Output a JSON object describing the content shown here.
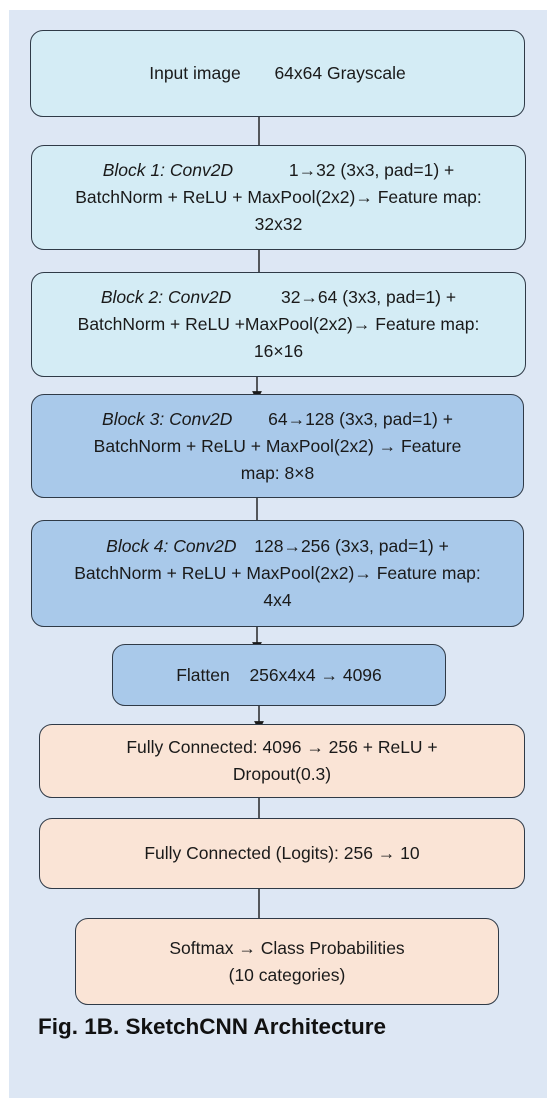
{
  "blocks": {
    "input": {
      "label": "Input image",
      "detail": "64x64 Grayscale"
    },
    "block1": {
      "label": "Block 1: Conv2D",
      "line1": "1→32 (3x3, pad=1) +",
      "line2": "BatchNorm + ReLU + MaxPool(2x2)→ Feature map:",
      "line3": "32x32"
    },
    "block2": {
      "label": "Block 2: Conv2D",
      "line1": "32→64 (3x3, pad=1) +",
      "line2": "BatchNorm + ReLU +MaxPool(2x2)→ Feature map:",
      "line3": "16×16"
    },
    "block3": {
      "label": "Block 3: Conv2D",
      "line1": "64→128 (3x3, pad=1) +",
      "line2": "BatchNorm + ReLU + MaxPool(2x2) → Feature",
      "line3": "map: 8×8"
    },
    "block4": {
      "label": "Block 4: Conv2D",
      "line1": "128→256 (3x3, pad=1) +",
      "line2": "BatchNorm + ReLU + MaxPool(2x2)→ Feature map:",
      "line3": "4x4"
    },
    "flatten": {
      "label": "Flatten",
      "detail": "256x4x4 → 4096"
    },
    "fc1": {
      "line1": "Fully Connected: 4096 → 256 + ReLU +",
      "line2": "Dropout(0.3)"
    },
    "fc2": {
      "line1": "Fully Connected (Logits): 256 → 10"
    },
    "softmax": {
      "line1": "Softmax → Class Probabilities",
      "line2": "(10 categories)"
    }
  },
  "caption": "Fig. 1B. SketchCNN Architecture",
  "colors": {
    "background": "#dde7f4",
    "conv_light": "#d4ecf5",
    "conv_medium": "#a9c9ea",
    "dense": "#fae4d6",
    "border": "#2f3a47"
  }
}
